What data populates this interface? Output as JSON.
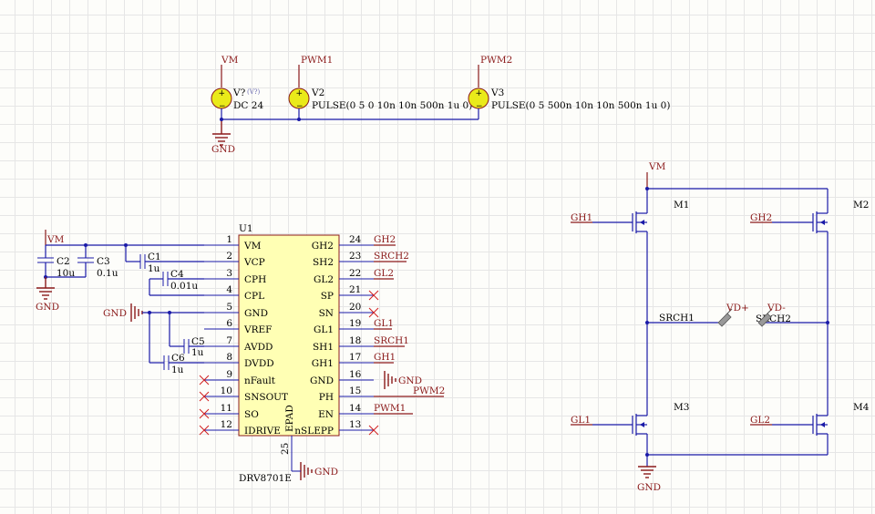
{
  "sources": [
    {
      "ref": "V?",
      "extra": "(V?)",
      "value": "DC 24",
      "net_top": "VM",
      "net_bottom": "GND"
    },
    {
      "ref": "V2",
      "value": "PULSE(0 5 0 10n 10n 500n 1u 0)",
      "net_top": "PWM1"
    },
    {
      "ref": "V3",
      "value": "PULSE(0 5 500n 10n 10n 500n 1u 0)",
      "net_top": "PWM2"
    }
  ],
  "caps": [
    {
      "ref": "C2",
      "value": "10u"
    },
    {
      "ref": "C3",
      "value": "0.1u"
    },
    {
      "ref": "C1",
      "value": "1u"
    },
    {
      "ref": "C4",
      "value": "0.01u"
    },
    {
      "ref": "C5",
      "value": "1u"
    },
    {
      "ref": "C6",
      "value": "1u"
    }
  ],
  "chip": {
    "ref": "U1",
    "part": "DRV8701E",
    "epad": "EPAD",
    "epad_pin": "25",
    "left_pins": [
      {
        "num": "1",
        "name": "VM"
      },
      {
        "num": "2",
        "name": "VCP"
      },
      {
        "num": "3",
        "name": "CPH"
      },
      {
        "num": "4",
        "name": "CPL"
      },
      {
        "num": "5",
        "name": "GND"
      },
      {
        "num": "6",
        "name": "VREF"
      },
      {
        "num": "7",
        "name": "AVDD"
      },
      {
        "num": "8",
        "name": "DVDD"
      },
      {
        "num": "9",
        "name": "nFault"
      },
      {
        "num": "10",
        "name": "SNSOUT"
      },
      {
        "num": "11",
        "name": "SO"
      },
      {
        "num": "12",
        "name": "IDRIVE"
      }
    ],
    "right_pins": [
      {
        "num": "24",
        "name": "GH2",
        "net": "GH2"
      },
      {
        "num": "23",
        "name": "SH2",
        "net": "SRCH2"
      },
      {
        "num": "22",
        "name": "GL2",
        "net": "GL2"
      },
      {
        "num": "21",
        "name": "SP",
        "net": ""
      },
      {
        "num": "20",
        "name": "SN",
        "net": ""
      },
      {
        "num": "19",
        "name": "GL1",
        "net": "GL1"
      },
      {
        "num": "18",
        "name": "SH1",
        "net": "SRCH1"
      },
      {
        "num": "17",
        "name": "GH1",
        "net": "GH1"
      },
      {
        "num": "16",
        "name": "GND",
        "net": "GND"
      },
      {
        "num": "15",
        "name": "PH",
        "net": "PWM2"
      },
      {
        "num": "14",
        "name": "EN",
        "net": "PWM1"
      },
      {
        "num": "13",
        "name": "nSLEPP",
        "net": ""
      }
    ]
  },
  "nets": {
    "vm": "VM",
    "gnd": "GND",
    "gh1": "GH1",
    "gh2": "GH2",
    "gl1": "GL1",
    "gl2": "GL2",
    "srch1": "SRCH1",
    "srch2": "SRCH2",
    "vdp": "VD+",
    "vdm": "VD-"
  },
  "mosfets": [
    "M1",
    "M2",
    "M3",
    "M4"
  ]
}
